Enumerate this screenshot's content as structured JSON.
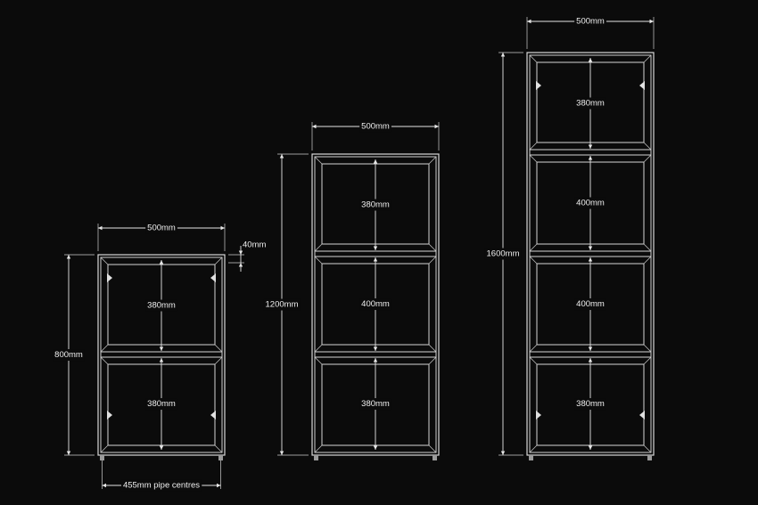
{
  "units": [
    {
      "id": "unit-800",
      "width_label": "500mm",
      "height_label": "800mm",
      "bays": [
        {
          "label": "380mm"
        },
        {
          "label": "380mm"
        }
      ],
      "extras": {
        "thickness_label": "40mm",
        "pipe_label": "455mm pipe centres"
      }
    },
    {
      "id": "unit-1200",
      "width_label": "500mm",
      "height_label": "1200mm",
      "bays": [
        {
          "label": "380mm"
        },
        {
          "label": "400mm"
        },
        {
          "label": "380mm"
        }
      ]
    },
    {
      "id": "unit-1600",
      "width_label": "500mm",
      "height_label": "1600mm",
      "bays": [
        {
          "label": "380mm"
        },
        {
          "label": "400mm"
        },
        {
          "label": "400mm"
        },
        {
          "label": "380mm"
        }
      ]
    }
  ],
  "colors": {
    "background": "#0b0b0b",
    "lines": "#e6e6e6"
  }
}
